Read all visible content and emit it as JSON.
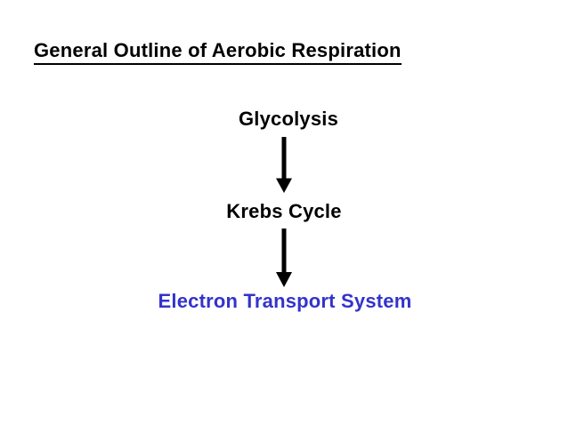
{
  "slide": {
    "title": "General Outline of Aerobic Respiration",
    "flow": {
      "steps": [
        {
          "label": "Glycolysis",
          "color": "#000000"
        },
        {
          "label": "Krebs Cycle",
          "color": "#000000"
        },
        {
          "label": "Electron Transport System",
          "color": "#3333CC"
        }
      ],
      "connector": "down-arrow"
    },
    "colors": {
      "background": "#FFFFFF",
      "title_text": "#000000",
      "step_text": "#000000",
      "highlight_text": "#3333CC",
      "arrow": "#000000"
    }
  }
}
